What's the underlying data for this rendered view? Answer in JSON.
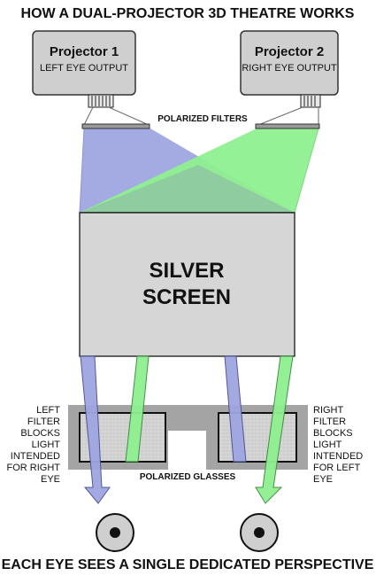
{
  "title": "HOW A DUAL-PROJECTOR 3D THEATRE WORKS",
  "projector_1": {
    "name": "Projector 1",
    "output": "LEFT EYE OUTPUT"
  },
  "projector_2": {
    "name": "Projector 2",
    "output": "RIGHT EYE OUTPUT"
  },
  "filters_label": "POLARIZED FILTERS",
  "screen": {
    "line1": "SILVER",
    "line2": "SCREEN"
  },
  "left_note": [
    "LEFT",
    "FILTER",
    "BLOCKS",
    "LIGHT",
    "INTENDED",
    "FOR RIGHT",
    "EYE"
  ],
  "right_note": [
    "RIGHT",
    "FILTER",
    "BLOCKS",
    "LIGHT",
    "INTENDED",
    "FOR LEFT",
    "EYE"
  ],
  "glasses_label": "POLARIZED GLASSES",
  "footer": "EACH EYE SEES A SINGLE DEDICATED PERSPECTIVE",
  "colors": {
    "left_beam": "#9fa6e0",
    "right_beam": "#8ff08f",
    "overlap": "#8fcca0",
    "screen": "#d6d6d6",
    "projector": "#cfcfcf",
    "glasses": "#a4a4a4",
    "filter": "#9a9a9a"
  }
}
